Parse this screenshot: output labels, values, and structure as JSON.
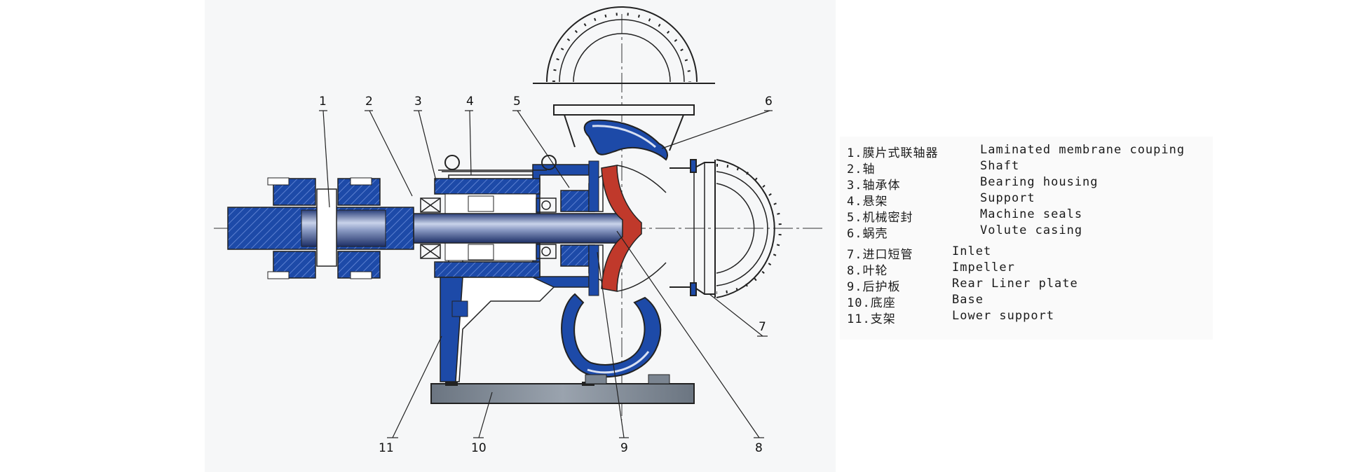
{
  "diagram": {
    "callouts": [
      "1",
      "2",
      "3",
      "4",
      "5",
      "6",
      "7",
      "8",
      "9",
      "10",
      "11"
    ],
    "colors": {
      "steel_blue": "#1d4aa8",
      "impeller_red": "#c0392b",
      "base_gray": "#7b8591",
      "outline": "#222222"
    }
  },
  "legend": {
    "items": [
      {
        "cn": "1.膜片式联轴器",
        "en": "Laminated membrane couping"
      },
      {
        "cn": "2.轴",
        "en": "Shaft"
      },
      {
        "cn": "3.轴承体",
        "en": "Bearing housing"
      },
      {
        "cn": "4.悬架",
        "en": "Support"
      },
      {
        "cn": "5.机械密封",
        "en": "Machine seals"
      },
      {
        "cn": "6.蜗壳",
        "en": "Volute casing"
      },
      {
        "cn": "7.进口短管",
        "en": "Inlet"
      },
      {
        "cn": "8.叶轮",
        "en": "Impeller"
      },
      {
        "cn": "9.后护板",
        "en": "Rear Liner plate"
      },
      {
        "cn": "10.底座",
        "en": "Base"
      },
      {
        "cn": "11.支架",
        "en": "Lower support"
      }
    ]
  }
}
